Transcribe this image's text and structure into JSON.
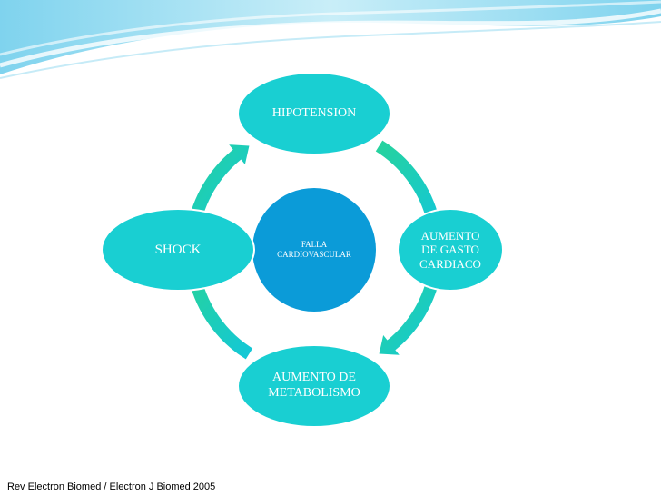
{
  "diagram": {
    "center": {
      "label": "FALLA\nCARDIOVASCULAR"
    },
    "nodes": [
      {
        "id": "hipotension",
        "label": "HIPOTENSION"
      },
      {
        "id": "gasto",
        "label": "AUMENTO\nDE GASTO\nCARDIACO"
      },
      {
        "id": "metabolismo",
        "label": "AUMENTO DE\nMETABOLISMO"
      },
      {
        "id": "shock",
        "label": "SHOCK"
      }
    ]
  },
  "footer": {
    "credit": "Rev Electron Biomed / Electron J Biomed 2005"
  },
  "colors": {
    "node_fill": "#19cfd2",
    "center_fill": "#0b9bd8",
    "ring_start": "#27d39a",
    "ring_end": "#12c7da",
    "wave_dark": "#5fc6e6",
    "wave_light": "#bfe9f6"
  }
}
